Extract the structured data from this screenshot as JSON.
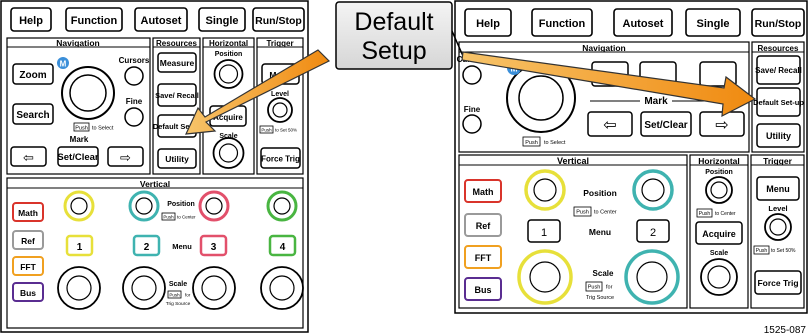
{
  "callout": {
    "line1": "Default",
    "line2": "Setup"
  },
  "figure_number": "1525-087",
  "left_panel": {
    "top_buttons": {
      "help": "Help",
      "function": "Function",
      "autoset": "Autoset",
      "single": "Single",
      "run_stop": "Run/Stop"
    },
    "navigation": {
      "title": "Navigation",
      "zoom": "Zoom",
      "search": "Search",
      "cursors": "Cursors",
      "fine": "Fine",
      "knob_badge": "M",
      "push_label": "Push",
      "to_select": "to Select",
      "mark_label": "Mark",
      "set_clear": "Set/Clear",
      "prev_arrow": "⇦",
      "next_arrow": "⇨"
    },
    "resources": {
      "title": "Resources",
      "measure": "Measure",
      "save_recall": "Save/ Recall",
      "default_setup": "Default Setup",
      "utility": "Utility"
    },
    "horizontal": {
      "title": "Horizontal",
      "position": "Position",
      "acquire": "Acquire",
      "scale": "Scale"
    },
    "trigger": {
      "title": "Trigger",
      "menu": "Menu",
      "level": "Level",
      "push_label": "Push",
      "to_set_50": "to Set 50%",
      "force_trig": "Force Trig"
    },
    "vertical": {
      "title": "Vertical",
      "math": "Math",
      "ref": "Ref",
      "fft": "FFT",
      "bus": "Bus",
      "position": "Position",
      "push_label": "Push",
      "to_center": "to Center",
      "menu": "Menu",
      "scale": "Scale",
      "for_label": "for",
      "trig_source": "Trig Source",
      "ch1": "1",
      "ch2": "2",
      "ch3": "3",
      "ch4": "4"
    }
  },
  "right_panel": {
    "top_buttons": {
      "help": "Help",
      "function": "Function",
      "autoset": "Autoset",
      "single": "Single",
      "run_stop": "Run/Stop"
    },
    "navigation": {
      "title": "Navigation",
      "cursors": "Cursors",
      "fine": "Fine",
      "knob_badge": "M",
      "push_label": "Push",
      "to_select": "to Select",
      "mark_label": "Mark",
      "set_clear": "Set/Clear",
      "prev_arrow": "⇦",
      "next_arrow": "⇨"
    },
    "resources": {
      "title": "Resources",
      "save_recall": "Save/ Recall",
      "default_setup": "Default Set-up",
      "utility": "Utility"
    },
    "horizontal": {
      "title": "Horizontal",
      "position": "Position",
      "push_label": "Push",
      "to_center": "to Center",
      "acquire": "Acquire",
      "scale": "Scale"
    },
    "trigger": {
      "title": "Trigger",
      "menu": "Menu",
      "level": "Level",
      "push_label": "Push",
      "to_set_50": "to Set 50%",
      "force_trig": "Force Trig"
    },
    "vertical": {
      "title": "Vertical",
      "math": "Math",
      "ref": "Ref",
      "fft": "FFT",
      "bus": "Bus",
      "position": "Position",
      "push_label": "Push",
      "to_center": "to Center",
      "menu": "Menu",
      "scale": "Scale",
      "for_label": "for",
      "trig_source": "Trig Source",
      "ch1": "1",
      "ch2": "2"
    }
  },
  "colors": {
    "ch1": "#e7e03a",
    "ch2": "#3fb3b0",
    "ch3": "#e2506b",
    "ch4": "#49b541",
    "math": "#d9342b",
    "ref": "#9a9a9a",
    "fft": "#f0a020",
    "bus": "#5a2d91",
    "arrow": "#f39c20",
    "badge": "#3b8fd9"
  }
}
